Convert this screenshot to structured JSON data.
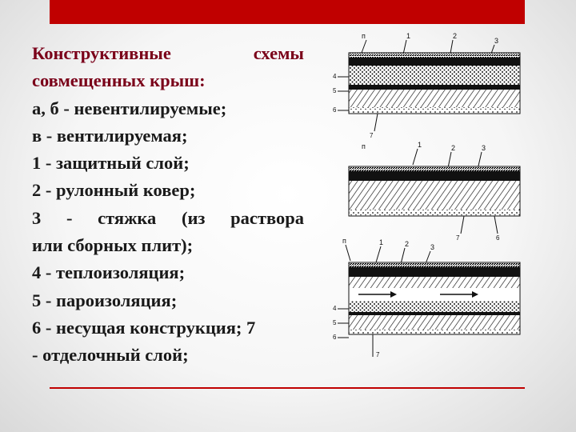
{
  "title": {
    "line1": "Конструктивные схемы",
    "line1_word1": "Конструктивные",
    "line1_word2": "схемы",
    "line2": "совмещенных крыш:"
  },
  "legend": [
    "а, б - невентилируемые;",
    "в - вентилируемая;",
    "1 - защитный слой;",
    "2 - рулонный ковер;",
    "3 - стяжка (из раствора",
    "или сборных плит);",
    "4 - теплоизоляция;",
    "5 - пароизоляция;",
    "6 - несущая конструкция; 7",
    "- отделочный слой;"
  ],
  "diagram_labels": {
    "a": [
      "п",
      "1",
      "2",
      "3",
      "4",
      "5",
      "6",
      "7"
    ],
    "b": [
      "п",
      "1",
      "2",
      "3",
      "7",
      "6"
    ],
    "c": [
      "п",
      "1",
      "2",
      "3",
      "4",
      "5",
      "6",
      "7"
    ]
  },
  "colors": {
    "accent_red": "#c00000",
    "title_text": "#7a0019",
    "body_text": "#1a1a1a"
  }
}
